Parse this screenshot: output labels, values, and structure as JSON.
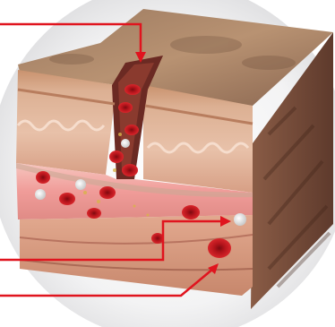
{
  "figure": {
    "subject": "skin-wound-cross-section",
    "colors": {
      "background_glow": "#e9e9ea",
      "leader_line": "#e0141e",
      "skin_top": "#b89272",
      "skin_front": "#d9a787",
      "dermis": "#e9b9a3",
      "vessel_layer": "#f4b3ae",
      "blood_cell": "#c0161d",
      "white_cell": "#f2f2f2",
      "side_face": "#7a5040"
    },
    "callouts": [
      {
        "target": "wound-opening",
        "label": ""
      },
      {
        "target": "white-blood-cell",
        "label": ""
      },
      {
        "target": "red-blood-cell",
        "label": ""
      }
    ]
  }
}
